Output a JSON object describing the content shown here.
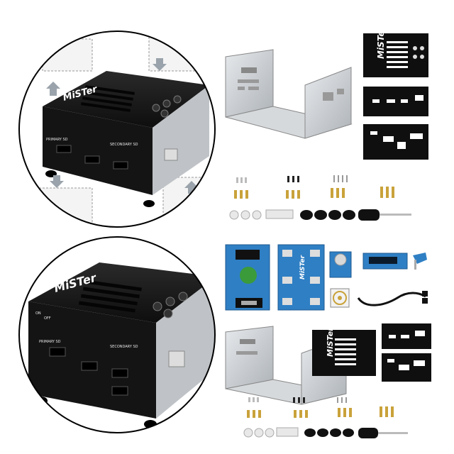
{
  "product": {
    "logo_text": "MiSTer",
    "panel_labels": {
      "primary_sd": "PRIMARY SD",
      "secondary_sd": "SECONDARY SD",
      "on": "ON",
      "off": "OFF"
    }
  },
  "colors": {
    "case_black": "#1a1a1a",
    "aluminium": "#c9cdd1",
    "pcb_blue": "#2f7fc4",
    "brass": "#c9a23a"
  },
  "icons": [
    "callout-arrow-icon",
    "screwdriver-icon",
    "usb-cable-icon",
    "fan-icon"
  ]
}
